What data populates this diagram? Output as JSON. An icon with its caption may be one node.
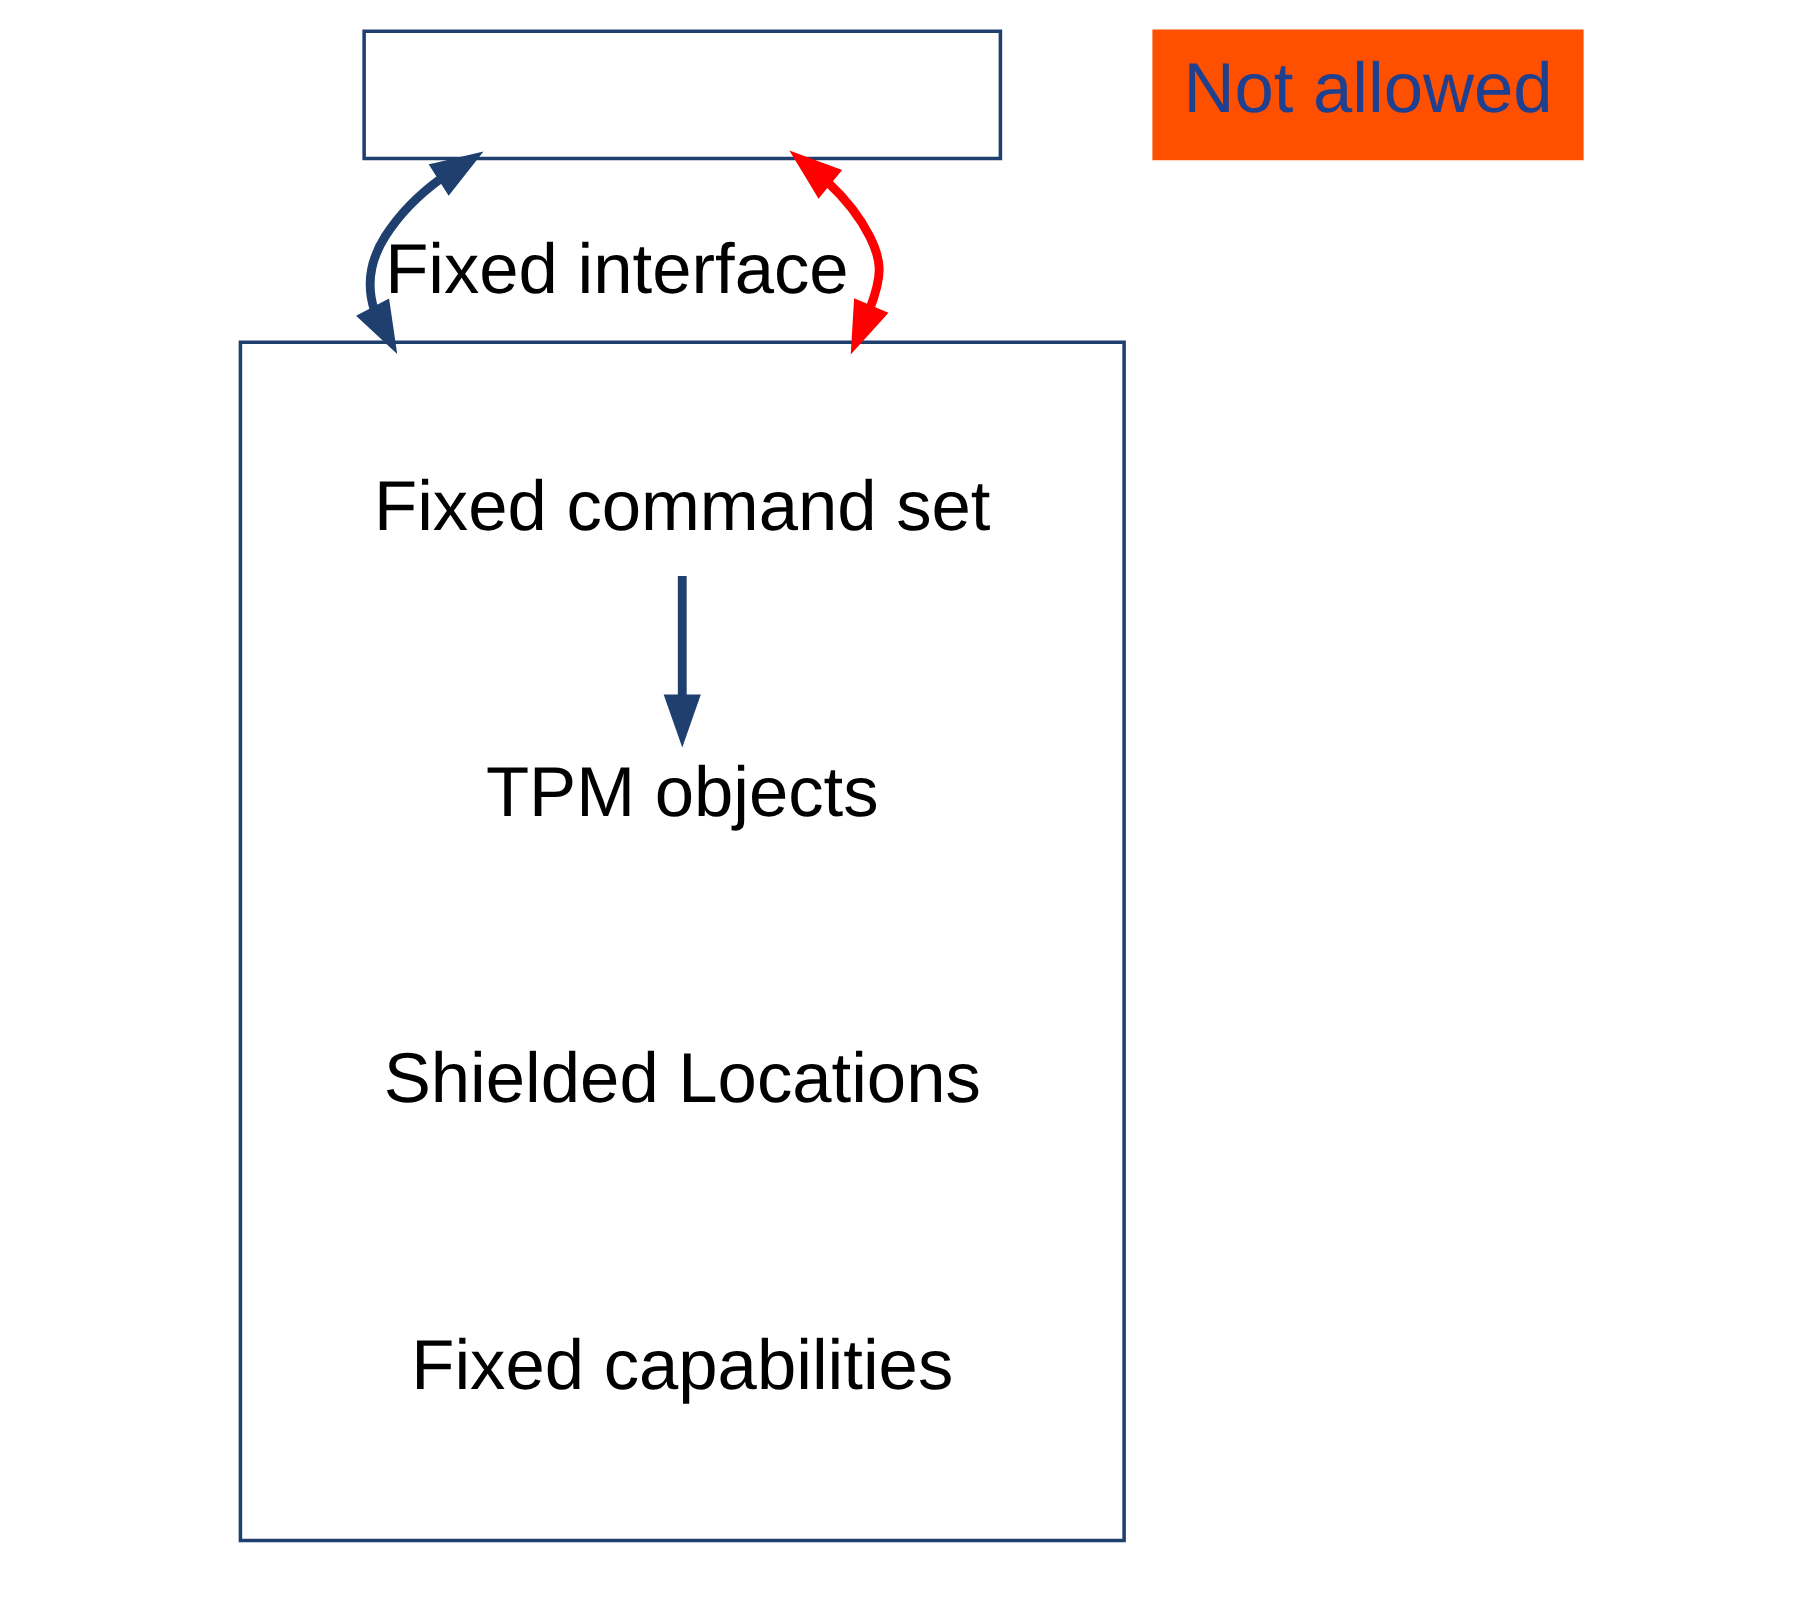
{
  "diagram": {
    "nodes": [
      {
        "text": [],
        "shape": "box"
      },
      {
        "text": [],
        "shape": "box"
      },
      {
        "text": [
          "Fixed command set"
        ],
        "in": 1
      },
      {
        "text": [
          "TPM objects"
        ],
        "in": 1
      },
      {
        "text": [
          "Not allowed"
        ]
      }
    ],
    "edges": [
      {
        "from": 0,
        "to": 1,
        "arrow": "both",
        "label": "Fixed interface"
      },
      {
        "from": 0,
        "to": 1,
        "arrow": "both",
        "color": "#ff0000"
      },
      {
        "from": 2,
        "to": 3,
        "arrow": "to"
      }
    ],
    "labels": [
      "Shielded Locations",
      "Fixed capabilities"
    ]
  }
}
